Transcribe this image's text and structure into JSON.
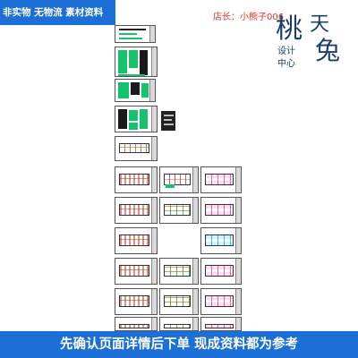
{
  "banner": {
    "top_text": "非实物 无物流 素材资料",
    "shop_text": "店长：小熊子006",
    "bottom_text": "先确认页面详情后下单 现成资料都为参考"
  },
  "logo": {
    "char_main": "桃",
    "char_right": "天",
    "char_inner": "兔",
    "subtitle_line1": "设计",
    "subtitle_line2": "中心",
    "color": "#1b3d6e"
  },
  "colors": {
    "banner_blue": "#1b6fd6",
    "shop_red": "#e0332d",
    "cad_green": "#16c26b",
    "cad_red": "#d11a1a"
  }
}
